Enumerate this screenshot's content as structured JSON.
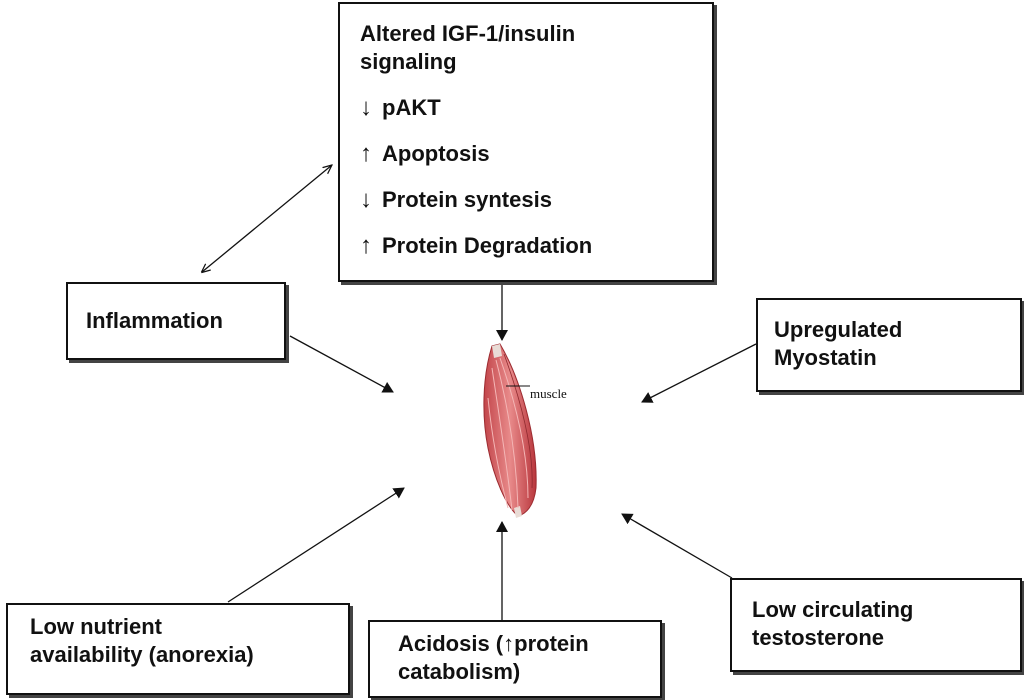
{
  "diagram": {
    "igf_box": {
      "title_line1": "Altered  IGF-1/insulin",
      "title_line2": "signaling",
      "items": [
        {
          "arrow": "↓",
          "label": "pAKT"
        },
        {
          "arrow": "↑",
          "label": "Apoptosis"
        },
        {
          "arrow": "↓",
          "label": "Protein syntesis"
        },
        {
          "arrow": "↑",
          "label": "Protein Degradation"
        }
      ]
    },
    "inflammation": "Inflammation",
    "myostatin": {
      "line1": "Upregulated",
      "line2": "Myostatin"
    },
    "nutrient": {
      "line1": "Low nutrient",
      "line2": "availability (anorexia)"
    },
    "acidosis": {
      "line1": "Acidosis (↑protein",
      "line2": "catabolism)"
    },
    "testosterone": {
      "line1": "Low  circulating",
      "line2": "testosterone"
    },
    "muscle_label": "muscle"
  }
}
